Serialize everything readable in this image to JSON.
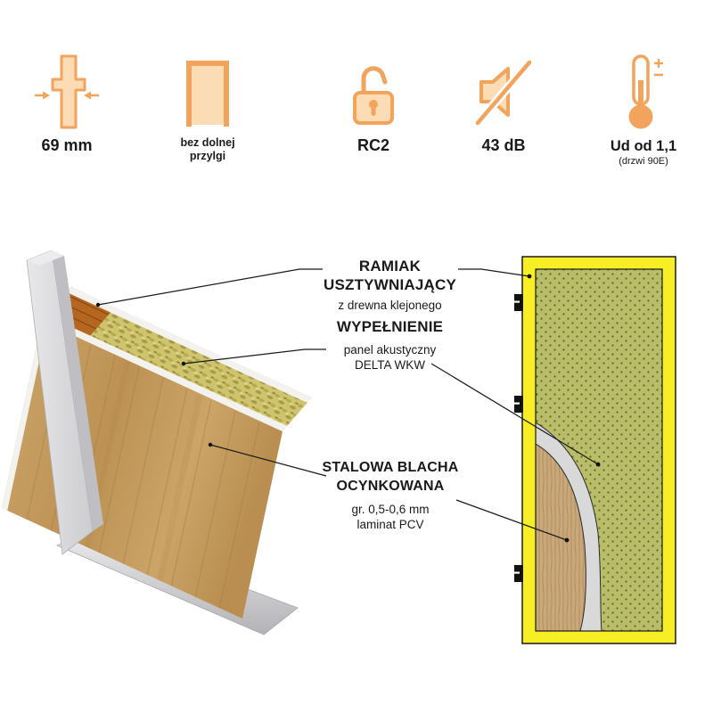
{
  "features": [
    {
      "icon": "door-thickness-icon",
      "label": "69 mm"
    },
    {
      "icon": "no-bottom-rebate-icon",
      "label": "bez dolnej przylgi"
    },
    {
      "icon": "padlock-open-icon",
      "label": "RC2"
    },
    {
      "icon": "speaker-muted-icon",
      "label": "43 dB"
    },
    {
      "icon": "thermometer-icon",
      "label": "Ud od 1,1",
      "sublabel": "(drzwi 90E)"
    }
  ],
  "annotations": {
    "ramiak": {
      "title": "RAMIAK USZTYWNIAJĄCY",
      "subtitle": "z drewna klejonego"
    },
    "wypelnienie": {
      "title": "WYPEŁNIENIE",
      "line1": "panel akustyczny",
      "line2": "DELTA WKW"
    },
    "stalowa": {
      "title": "STALOWA BLACHA OCYNKOWANA",
      "line1": "gr. 0,5-0,6 mm",
      "line2": "laminat PCV"
    }
  },
  "colors": {
    "accent_orange": "#f2a45c",
    "icon_fill": "#fbdcb4",
    "frame_yellow": "#f8ee26",
    "panel_green": "#b9bd68",
    "steel_gray": "#d9d9d9",
    "wood_laminate": "#c9a87c",
    "text": "#1a1a1a"
  }
}
